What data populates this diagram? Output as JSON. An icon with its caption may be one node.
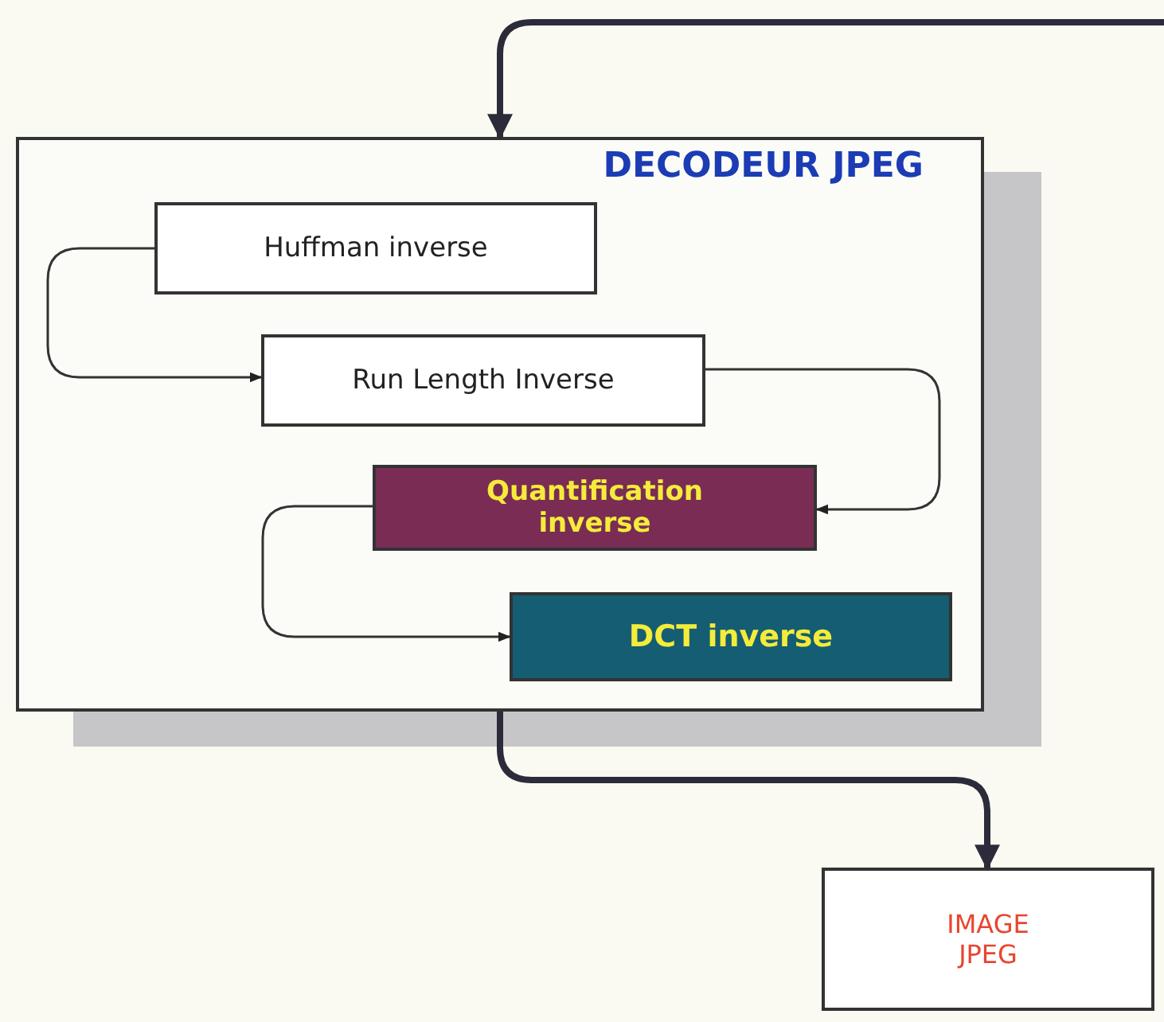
{
  "diagram": {
    "nodes": [
      {
        "text": [
          "DECODEUR JPEG"
        ]
      },
      {
        "text": [
          "Huffman inverse"
        ],
        "in": 0
      },
      {
        "text": [
          "Run Length Inverse"
        ],
        "in": 0
      },
      {
        "text": [
          "Quantification inverse"
        ],
        "in": 0
      },
      {
        "text": [
          "DCT inverse"
        ],
        "in": 0
      },
      {
        "text": [
          "IMAGE JPEG"
        ]
      }
    ],
    "edges": [
      {
        "from": null,
        "to": 0,
        "arrow": "to",
        "style": "thick"
      },
      {
        "from": 1,
        "to": 2,
        "arrow": "to"
      },
      {
        "from": 2,
        "to": 3,
        "arrow": "to"
      },
      {
        "from": 3,
        "to": 4,
        "arrow": "to"
      },
      {
        "from": 0,
        "to": 5,
        "arrow": "to",
        "style": "thick"
      }
    ]
  }
}
